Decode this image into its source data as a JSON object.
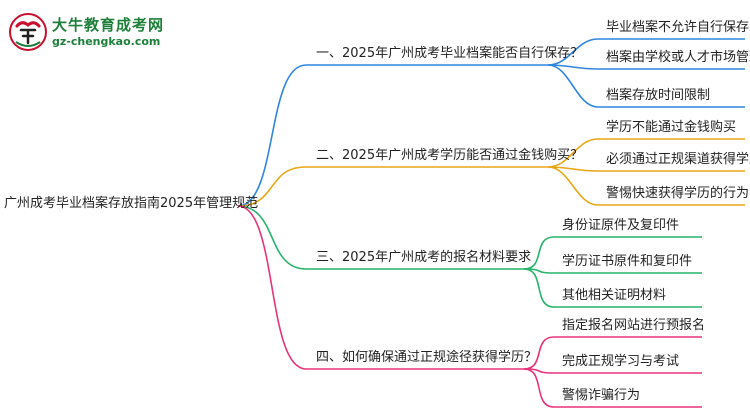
{
  "logo": {
    "title": "大牛教育成考网",
    "url": "gz-chengkao.com"
  },
  "root": "广州成考毕业档案存放指南2025年管理规范",
  "branches": [
    {
      "label": "一、2025年广州成考毕业档案能否自行保存？",
      "color": "#2f86e0",
      "children": [
        "毕业档案不允许自行保存",
        "档案由学校或人才市场管理",
        "档案存放时间限制"
      ]
    },
    {
      "label": "二、2025年广州成考学历能否通过金钱购买？",
      "color": "#e9a516",
      "children": [
        "学历不能通过金钱购买",
        "必须通过正规渠道获得学历",
        "警惕快速获得学历的行为"
      ]
    },
    {
      "label": "三、2025年广州成考的报名材料要求",
      "color": "#27b46a",
      "children": [
        "身份证原件及复印件",
        "学历证书原件和复印件",
        "其他相关证明材料"
      ]
    },
    {
      "label": "四、如何确保通过正规途径获得学历？",
      "color": "#e8337a",
      "children": [
        "指定报名网站进行预报名",
        "完成正规学习与考试",
        "警惕诈骗行为"
      ]
    }
  ]
}
